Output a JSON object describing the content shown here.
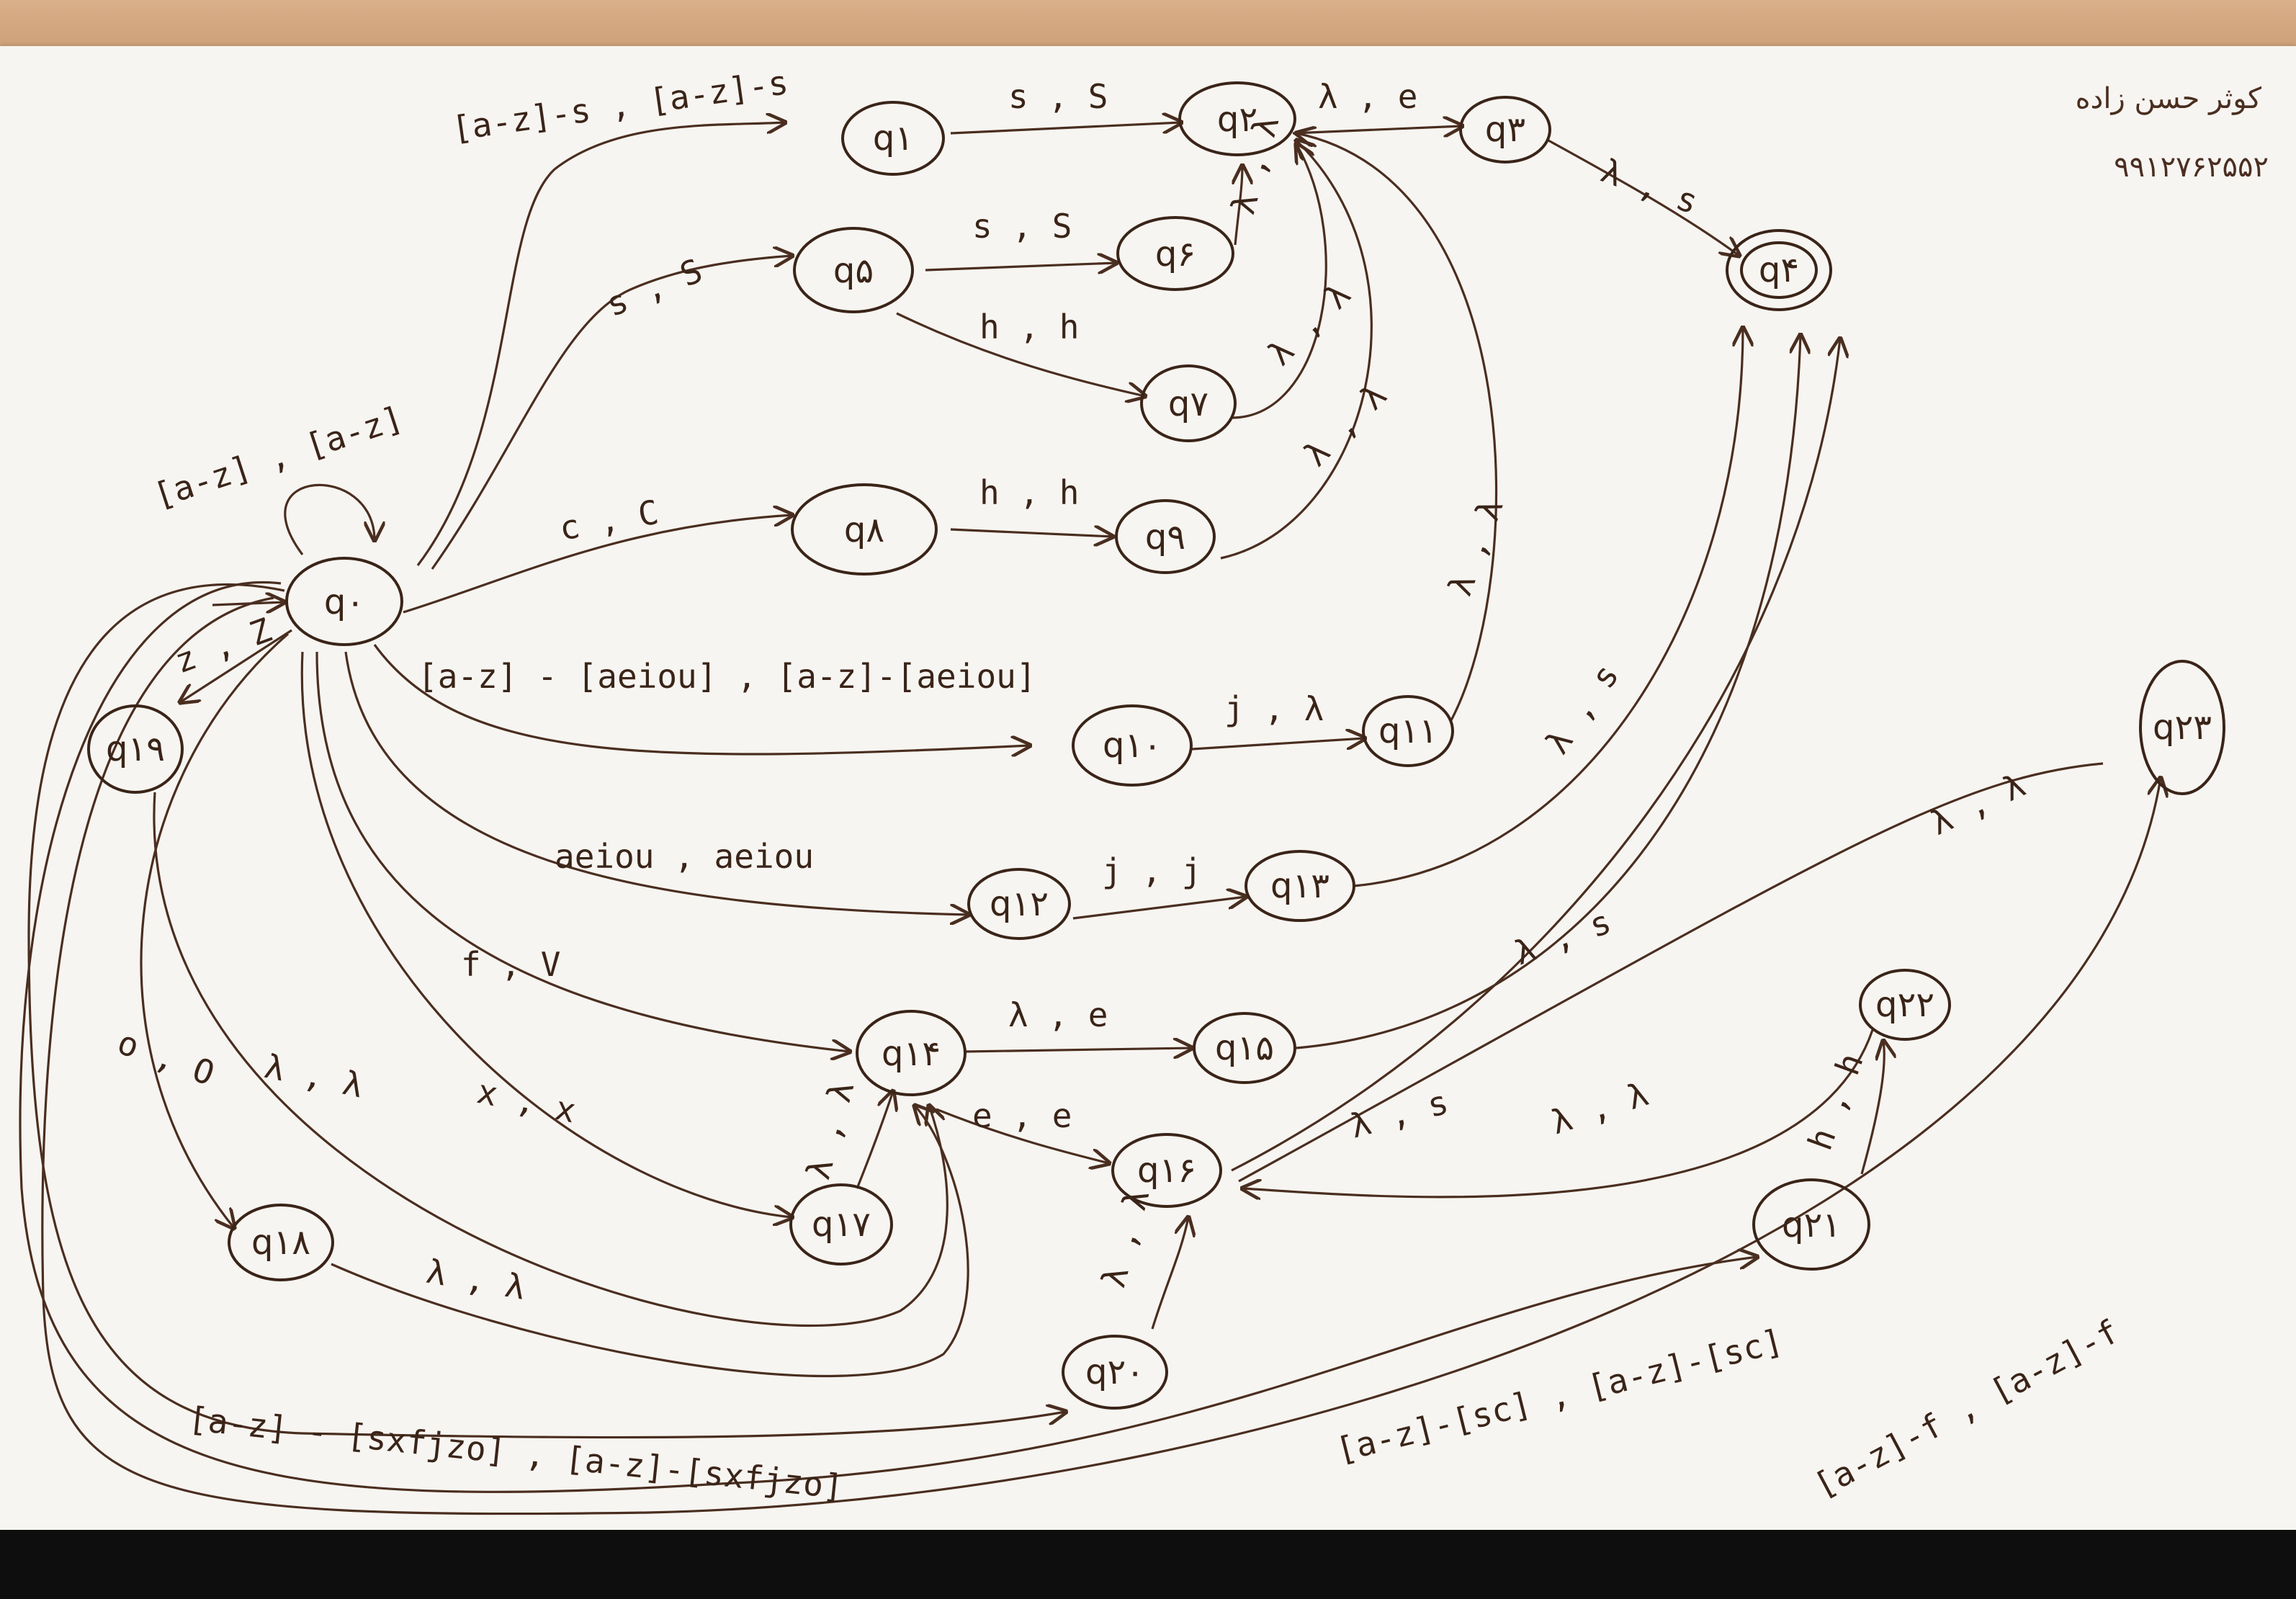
{
  "author": {
    "name": "کوثر حسن زاده",
    "student_id": "۹۹۱۲۷۶۲۵۵۲"
  },
  "states": [
    {
      "id": "q0",
      "label": "q۰"
    },
    {
      "id": "q1",
      "label": "q۱"
    },
    {
      "id": "q2",
      "label": "q۲"
    },
    {
      "id": "q3",
      "label": "q۳"
    },
    {
      "id": "q4",
      "label": "q۴",
      "final": true
    },
    {
      "id": "q5",
      "label": "q۵"
    },
    {
      "id": "q6",
      "label": "q۶"
    },
    {
      "id": "q7",
      "label": "q۷"
    },
    {
      "id": "q8",
      "label": "q۸"
    },
    {
      "id": "q9",
      "label": "q۹"
    },
    {
      "id": "q10",
      "label": "q۱۰"
    },
    {
      "id": "q11",
      "label": "q۱۱"
    },
    {
      "id": "q12",
      "label": "q۱۲"
    },
    {
      "id": "q13",
      "label": "q۱۳"
    },
    {
      "id": "q14",
      "label": "q۱۴"
    },
    {
      "id": "q15",
      "label": "q۱۵"
    },
    {
      "id": "q16",
      "label": "q۱۶"
    },
    {
      "id": "q17",
      "label": "q۱۷"
    },
    {
      "id": "q18",
      "label": "q۱۸"
    },
    {
      "id": "q19",
      "label": "q۱۹"
    },
    {
      "id": "q20",
      "label": "q۲۰"
    },
    {
      "id": "q21",
      "label": "q۲۱"
    },
    {
      "id": "q22",
      "label": "q۲۲"
    },
    {
      "id": "q23",
      "label": "q۲۳"
    }
  ],
  "edge_labels": {
    "self_q0": "[a-z] , [a-z]",
    "q0_q1": "[a-z]-s , [a-z]-s",
    "q0_q5": "s , S",
    "q0_q8": "c , C",
    "q0_q19": "z , Z",
    "q0_q10": "[a-z] - [aeiou] , [a-z]-[aeiou]",
    "q0_q12": "aeiou , aeiou",
    "q0_q14": "f , V",
    "q0_q17": "x , x",
    "q0_q18": "o , O",
    "q0_q20": "[a-z] - [sxfjzo] , [a-z]-[sxfjzo]",
    "q0_q21": "[a-z]-[sc] , [a-z]-[sc]",
    "q0_q23": "[a-z]-f , [a-z]-f",
    "q1_q2": "s , S",
    "q2_q3": "λ , e",
    "q3_q4": "λ , s",
    "q5_q6": "s , S",
    "q5_q7": "h , h",
    "q6_q2": "λ , λ",
    "q7_q2": "λ , λ",
    "q8_q9": "h , h",
    "q9_q2": "λ , λ",
    "q10_q11": "j , λ",
    "q11_q2": "λ , λ",
    "q12_q13": "j , j",
    "q13_q4": "λ , s",
    "q14_q15": "λ , e",
    "q14_q16": "e , e",
    "q15_q4": "λ , s",
    "q17_q14": "λ , λ",
    "q18_q14": "λ , λ",
    "q19_q14": "λ , λ",
    "q20_q16": "λ , λ",
    "q16_q4": "λ , s",
    "q21_q22": "h , h",
    "q22_q16": "λ , λ",
    "q23_q4": "λ , λ"
  }
}
